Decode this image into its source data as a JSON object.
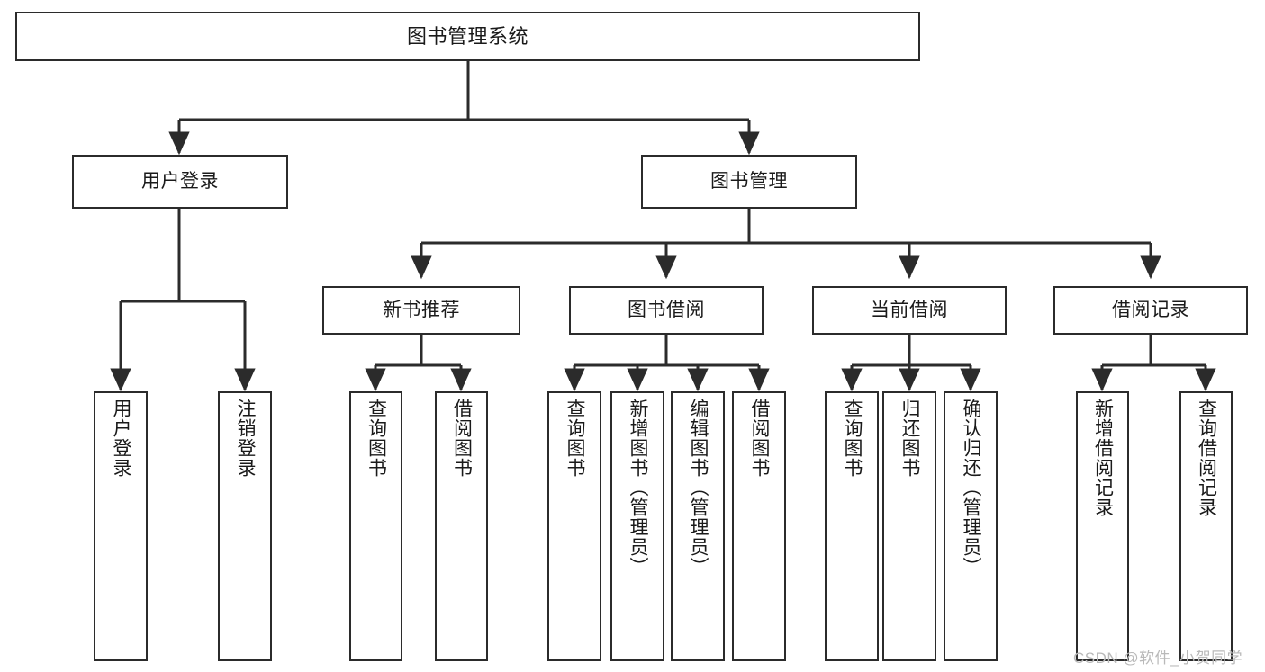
{
  "diagram": {
    "title": "图书管理系统",
    "type": "hierarchy-tree",
    "colors": {
      "background": "#ffffff",
      "box_border": "#2b2b2b",
      "box_fill": "#ffffff",
      "text": "#1a1a1a",
      "edge": "#2b2b2b",
      "watermark": "#b9b9b9"
    },
    "nodes": {
      "root": {
        "label": "图书管理系统"
      },
      "level2": [
        {
          "label": "用户登录"
        },
        {
          "label": "图书管理"
        }
      ],
      "level3": [
        {
          "label": "新书推荐"
        },
        {
          "label": "图书借阅"
        },
        {
          "label": "当前借阅"
        },
        {
          "label": "借阅记录"
        }
      ],
      "leaves_user_login": [
        {
          "label": "用户登录"
        },
        {
          "label": "注销登录"
        }
      ],
      "leaves_new_book": [
        {
          "label": "查询图书"
        },
        {
          "label": "借阅图书"
        }
      ],
      "leaves_borrow": [
        {
          "label": "查询图书"
        },
        {
          "label": "新增图书（管理员）"
        },
        {
          "label": "编辑图书（管理员）"
        },
        {
          "label": "借阅图书"
        }
      ],
      "leaves_current": [
        {
          "label": "查询图书"
        },
        {
          "label": "归还图书"
        },
        {
          "label": "确认归还（管理员）"
        }
      ],
      "leaves_record": [
        {
          "label": "新增借阅记录"
        },
        {
          "label": "查询借阅记录"
        }
      ]
    },
    "watermark": "CSDN @软件_小贺同学"
  }
}
